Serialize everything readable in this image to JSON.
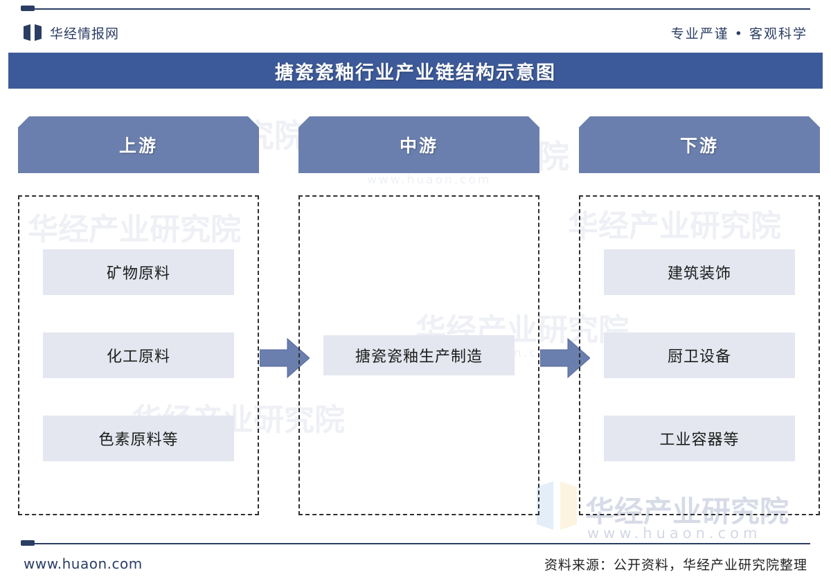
{
  "header": {
    "brand_name": "华经情报网",
    "brand_logo_icon": "open-book-logo-icon",
    "tagline": "专业严谨 • 客观科学"
  },
  "title": {
    "text": "搪瓷瓷釉行业产业链结构示意图"
  },
  "chart_data": {
    "type": "diagram",
    "title": "搪瓷瓷釉行业产业链结构示意图",
    "layout": "horizontal value chain, 3 stages left to right, arrows between stages",
    "stages": [
      {
        "label": "上游",
        "nodes": [
          "矿物原料",
          "化工原料",
          "色素原料等"
        ]
      },
      {
        "label": "中游",
        "nodes": [
          "搪瓷瓷釉生产制造"
        ]
      },
      {
        "label": "下游",
        "nodes": [
          "建筑装饰",
          "厨卫设备",
          "工业容器等"
        ]
      }
    ],
    "connectors": [
      {
        "from": "上游",
        "to": "中游",
        "glyph": "right-arrow"
      },
      {
        "from": "中游",
        "to": "下游",
        "glyph": "right-arrow"
      }
    ]
  },
  "colors": {
    "banner": "#3c5a99",
    "stage_header": "#6a7fad",
    "node_fill": "#e4e7ef",
    "accent_navy": "#2b3d63",
    "arrow": "#6a7fad",
    "dashed_border": "#2e2e2e"
  },
  "watermark": {
    "name": "华经产业研究院",
    "url": "www.huaon.com"
  },
  "footer": {
    "url": "www.huaon.com",
    "source": "资料来源：公开资料，华经产业研究院整理"
  }
}
